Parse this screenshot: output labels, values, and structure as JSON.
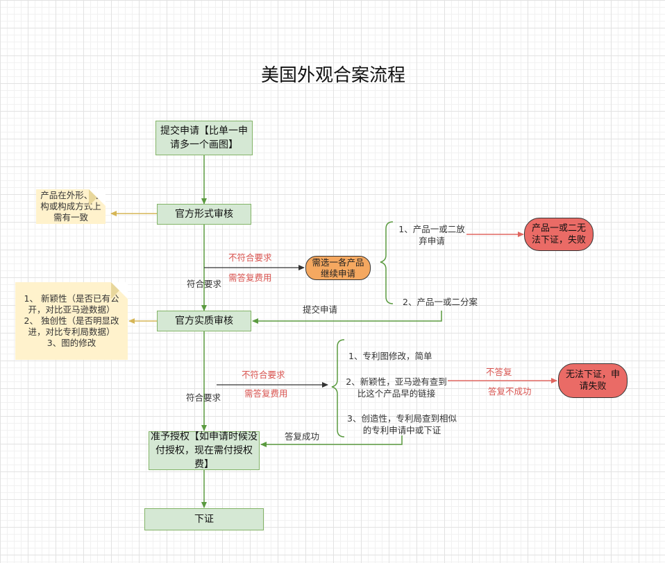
{
  "title": "美国外观合案流程",
  "nodes": {
    "submit": "提交申请【比单一申请多一个画图】",
    "formal_review": "官方形式审核",
    "substantive_review": "官方实质审核",
    "grant": "准予授权【如申请时候没付授权，现在需付授权费】",
    "certificate": "下证",
    "choose_product": "需选一各产品继续申请",
    "fail_1": "产品一或二无法下证，失败",
    "fail_2": "无法下证，申请失败"
  },
  "notes": {
    "formal": "产品在外形、结构或构成方式上需有一致",
    "substantive_1": "1、 新颖性（是否已有公开，对比亚马逊数据）",
    "substantive_2": "2、 独创性（是否明显改进，对比专利局数据）",
    "substantive_3": "3、图的修改"
  },
  "labels": {
    "not_compliant_1": "不符合要求",
    "reply_fee_1": "需答复费用",
    "compliant_1": "符合要求",
    "not_compliant_2": "不符合要求",
    "reply_fee_2": "需答复费用",
    "compliant_2": "符合要求",
    "submit_app": "提交申请",
    "reply_success": "答复成功",
    "no_reply": "不答复",
    "reply_fail": "答复不成功"
  },
  "branches_1": {
    "opt_1": "1、产品一或二放弃申请",
    "opt_2": "2、产品一或二分案"
  },
  "branches_2": {
    "opt_1": "1、专利图修改，简单",
    "opt_2": "2、新颖性，亚马逊有查到比这个产品早的链接",
    "opt_3": "3、创造性，专利局查到相似的专利申请中或下证"
  },
  "colors": {
    "green_fill": "#d5e8d4",
    "green_stroke": "#82b366",
    "note_fill": "#fff2cc",
    "orange_fill": "#f5a860",
    "red_fill": "#ea6b66",
    "red_text": "#d9534f",
    "yellow_arrow": "#d6b656",
    "green_line": "#5a9a3f"
  }
}
